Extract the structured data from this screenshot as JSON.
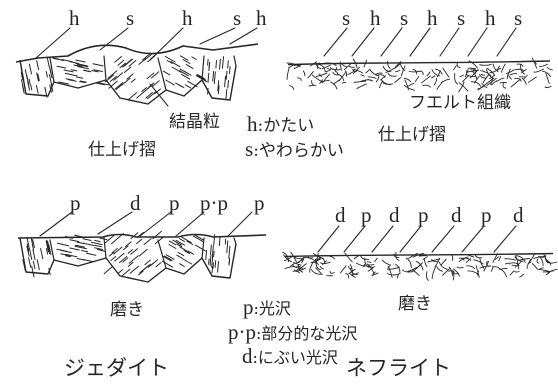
{
  "colors": {
    "ink": "#262626",
    "background": "#ffffff"
  },
  "jadeite_upper": {
    "markers": [
      "h",
      "s",
      "h",
      "s",
      "h"
    ],
    "grain_label": "結晶粒",
    "caption": "仕上げ摺"
  },
  "nephrite_upper": {
    "markers": [
      "s",
      "h",
      "s",
      "h",
      "s",
      "h",
      "s"
    ],
    "texture_label": "フエルト組織",
    "caption": "仕上げ摺"
  },
  "legend_hs": [
    {
      "key": "h",
      "sep": ":",
      "text": "かたい"
    },
    {
      "key": "s",
      "sep": ":",
      "text": "やわらかい"
    }
  ],
  "jadeite_lower": {
    "markers": [
      "p",
      "d",
      "p",
      "p·p",
      "p"
    ],
    "caption": "磨き"
  },
  "nephrite_lower": {
    "markers": [
      "d",
      "p",
      "d",
      "p",
      "d",
      "p",
      "d"
    ],
    "caption": "磨き"
  },
  "legend_pd": [
    {
      "key": "p",
      "sep": ":",
      "text": "光沢"
    },
    {
      "key": "p·p",
      "sep": ":",
      "text": "部分的な光沢"
    },
    {
      "key": "d",
      "sep": ":",
      "text": "にぶい光沢"
    }
  ],
  "bottom_labels": {
    "jadeite": "ジェダイト",
    "nephrite": "ネフライト"
  }
}
